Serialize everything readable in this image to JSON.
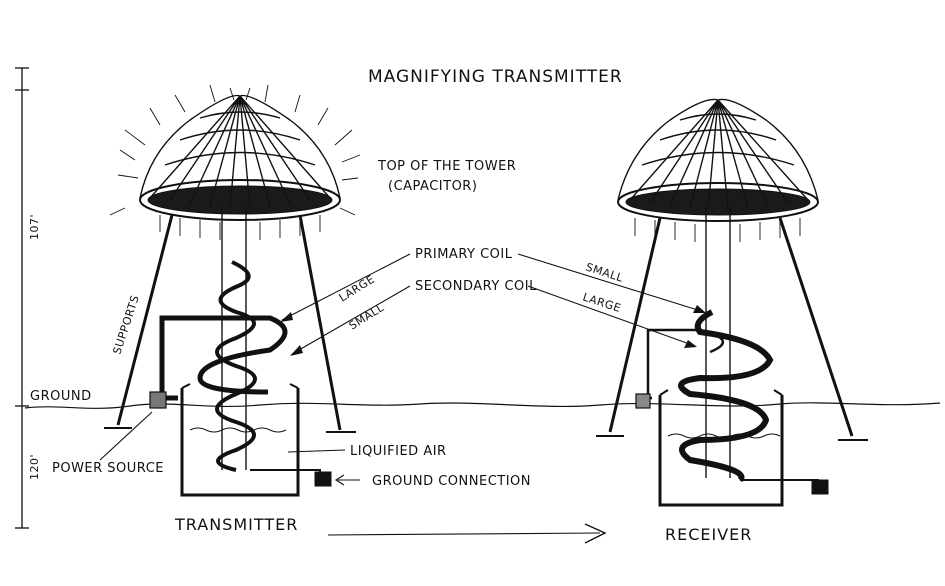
{
  "title": "MAGNIFYING TRANSMITTER",
  "labels": {
    "top_of_tower_line1": "TOP OF THE TOWER",
    "top_of_tower_line2": "(CAPACITOR)",
    "primary_coil": "PRIMARY COIL",
    "secondary_coil": "SECONDARY COIL",
    "large_left": "LARGE",
    "small_left": "SMALL",
    "small_right": "SMALL",
    "large_right": "LARGE",
    "supports": "SUPPORTS",
    "ground": "GROUND",
    "power_source": "POWER SOURCE",
    "liquified_air": "LIQUIFIED AIR",
    "ground_connection": "GROUND CONNECTION",
    "transmitter": "TRANSMITTER",
    "receiver": "RECEIVER",
    "height_above": "107'",
    "height_below": "120'"
  }
}
